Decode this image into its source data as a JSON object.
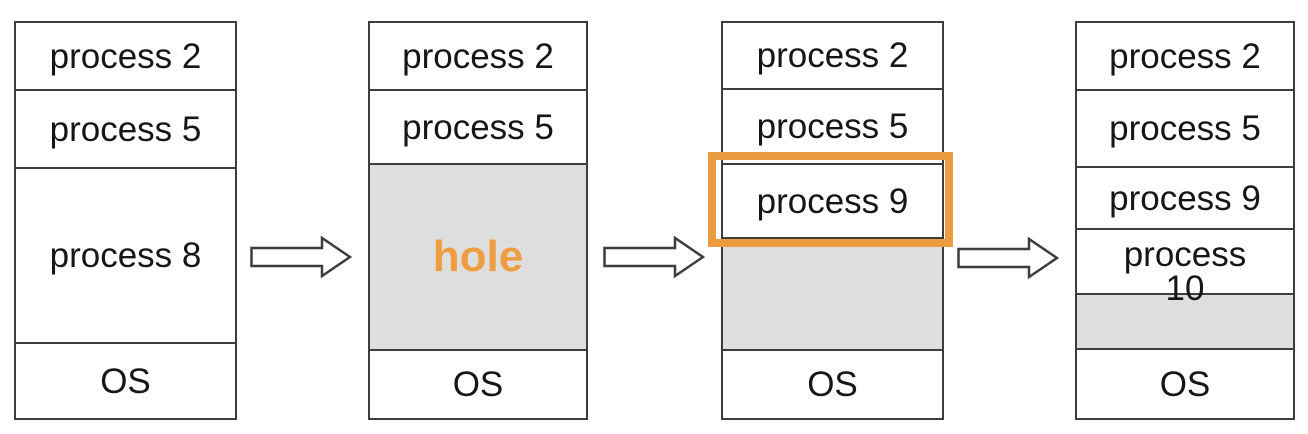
{
  "diagram": {
    "description": "memory allocation stages with processes and holes",
    "colors": {
      "highlight_orange": "#ec9c40",
      "hole_label_orange": "#ee9e40",
      "hole_fill_gray": "#dedede",
      "line_dark_gray": "#3d3d3d"
    },
    "stages": [
      {
        "name": "stage-1",
        "segments": [
          {
            "label": "process 2",
            "kind": "process"
          },
          {
            "label": "process 5",
            "kind": "process"
          },
          {
            "label": "process 8",
            "kind": "process"
          },
          {
            "label": "OS",
            "kind": "os"
          }
        ]
      },
      {
        "name": "stage-2",
        "segments": [
          {
            "label": "process 2",
            "kind": "process"
          },
          {
            "label": "process 5",
            "kind": "process"
          },
          {
            "label": "hole",
            "kind": "hole"
          },
          {
            "label": "OS",
            "kind": "os"
          }
        ]
      },
      {
        "name": "stage-3",
        "segments": [
          {
            "label": "process 2",
            "kind": "process"
          },
          {
            "label": "process 5",
            "kind": "process"
          },
          {
            "label": "process 9",
            "kind": "process",
            "highlighted": true
          },
          {
            "label": "",
            "kind": "hole"
          },
          {
            "label": "OS",
            "kind": "os"
          }
        ]
      },
      {
        "name": "stage-4",
        "segments": [
          {
            "label": "process 2",
            "kind": "process"
          },
          {
            "label": "process 5",
            "kind": "process"
          },
          {
            "label": "process 9",
            "kind": "process"
          },
          {
            "label": "process 10",
            "kind": "process"
          },
          {
            "label": "",
            "kind": "hole"
          },
          {
            "label": "OS",
            "kind": "os"
          }
        ]
      }
    ],
    "arrows": [
      {
        "icon": "right-block-arrow"
      },
      {
        "icon": "right-block-arrow"
      },
      {
        "icon": "right-block-arrow"
      }
    ]
  }
}
